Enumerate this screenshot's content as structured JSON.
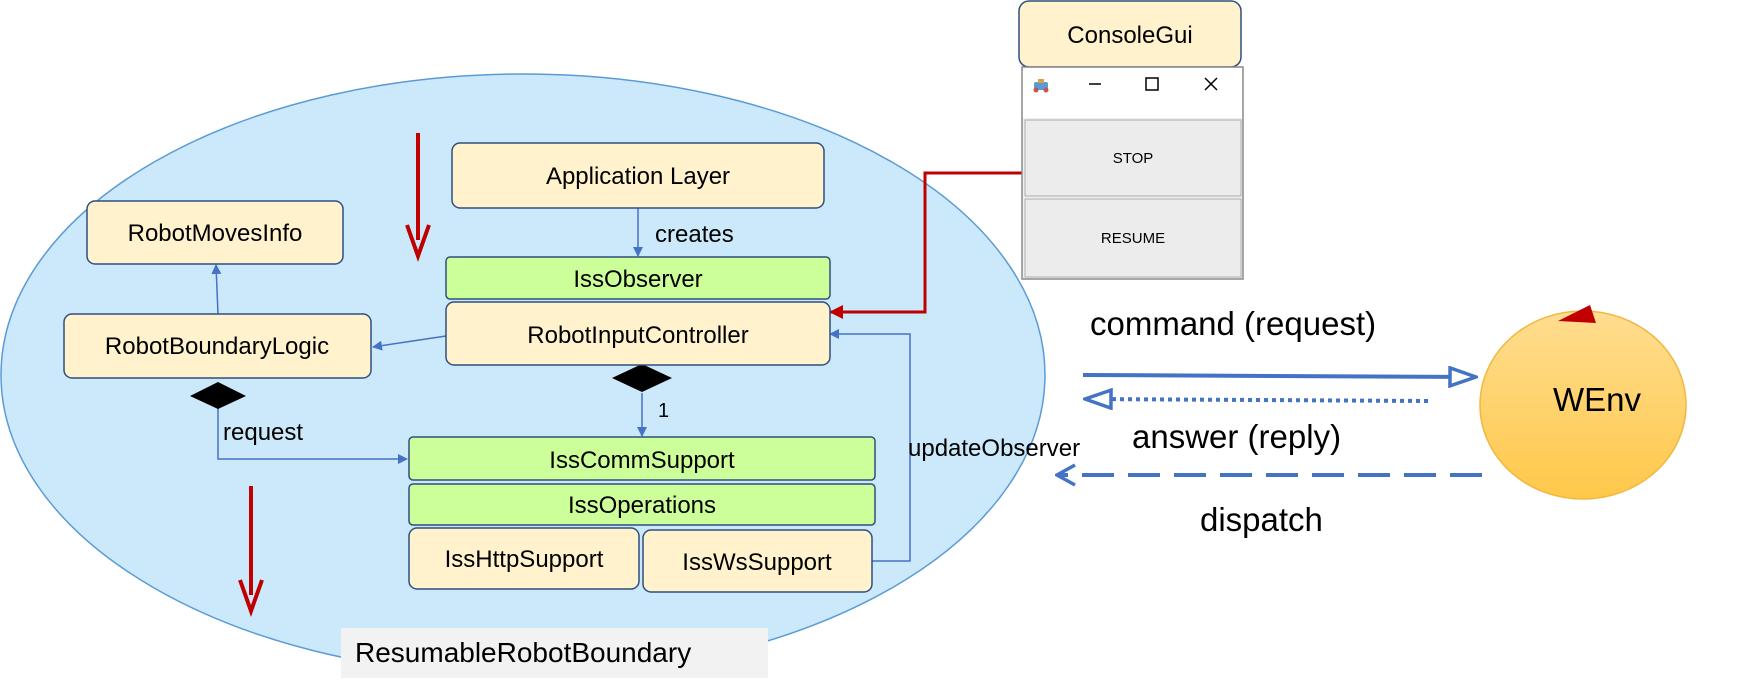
{
  "boxes": {
    "console_gui": "ConsoleGui",
    "application_layer": "Application Layer",
    "robot_moves_info": "RobotMovesInfo",
    "iss_observer": "IssObserver",
    "robot_input_controller": "RobotInputController",
    "robot_boundary_logic": "RobotBoundaryLogic",
    "iss_comm_support": "IssCommSupport",
    "iss_operations": "IssOperations",
    "iss_http_support": "IssHttpSupport",
    "iss_ws_support": "IssWsSupport",
    "resumable_robot_boundary": "ResumableRobotBoundary",
    "wenv": "WEnv"
  },
  "labels": {
    "creates": "creates",
    "multiplicity": "1",
    "request": "request",
    "update_observer": "updateObserver",
    "command": "command (request)",
    "answer": "answer (reply)",
    "dispatch": "dispatch"
  },
  "console_window": {
    "stop_label": "STOP",
    "resume_label": "RESUME"
  },
  "colors": {
    "boundary_fill": "#cce8fb",
    "boundary_stroke": "#5b9bd5",
    "class_fill": "#fff2cc",
    "class_stroke": "#2f4f7f",
    "interface_fill": "#ccff99",
    "link_blue": "#4472c4",
    "red_arrow": "#c00000",
    "wenv_fill": "#ffd47a",
    "wenv_stroke": "#f0b840",
    "caption_bg": "#f2f2f2"
  }
}
